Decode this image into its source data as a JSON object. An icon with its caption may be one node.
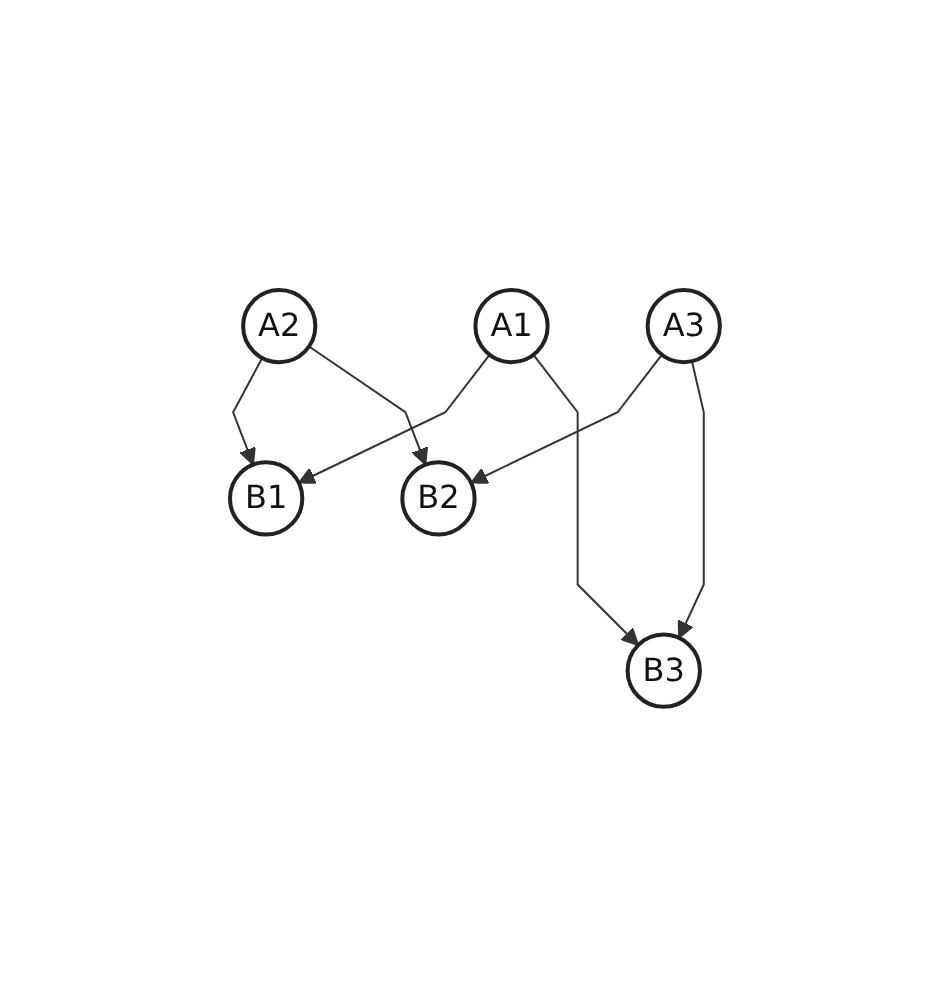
{
  "diagram": {
    "nodes": [
      {
        "text": [
          "A1"
        ]
      },
      {
        "text": [
          "A2"
        ]
      },
      {
        "text": [
          "A3"
        ]
      },
      {
        "text": [
          "B1"
        ]
      },
      {
        "text": [
          "B2"
        ]
      },
      {
        "text": [
          "B3"
        ]
      }
    ],
    "edges": [
      {
        "from": 0,
        "to": 3,
        "arrow": "to"
      },
      {
        "from": 1,
        "to": 3,
        "arrow": "to"
      },
      {
        "from": 1,
        "to": 4,
        "arrow": "to"
      },
      {
        "from": 2,
        "to": 4,
        "arrow": "to"
      },
      {
        "from": 0,
        "to": 5,
        "arrow": "to"
      },
      {
        "from": 2,
        "to": 5,
        "arrow": "to"
      }
    ]
  }
}
